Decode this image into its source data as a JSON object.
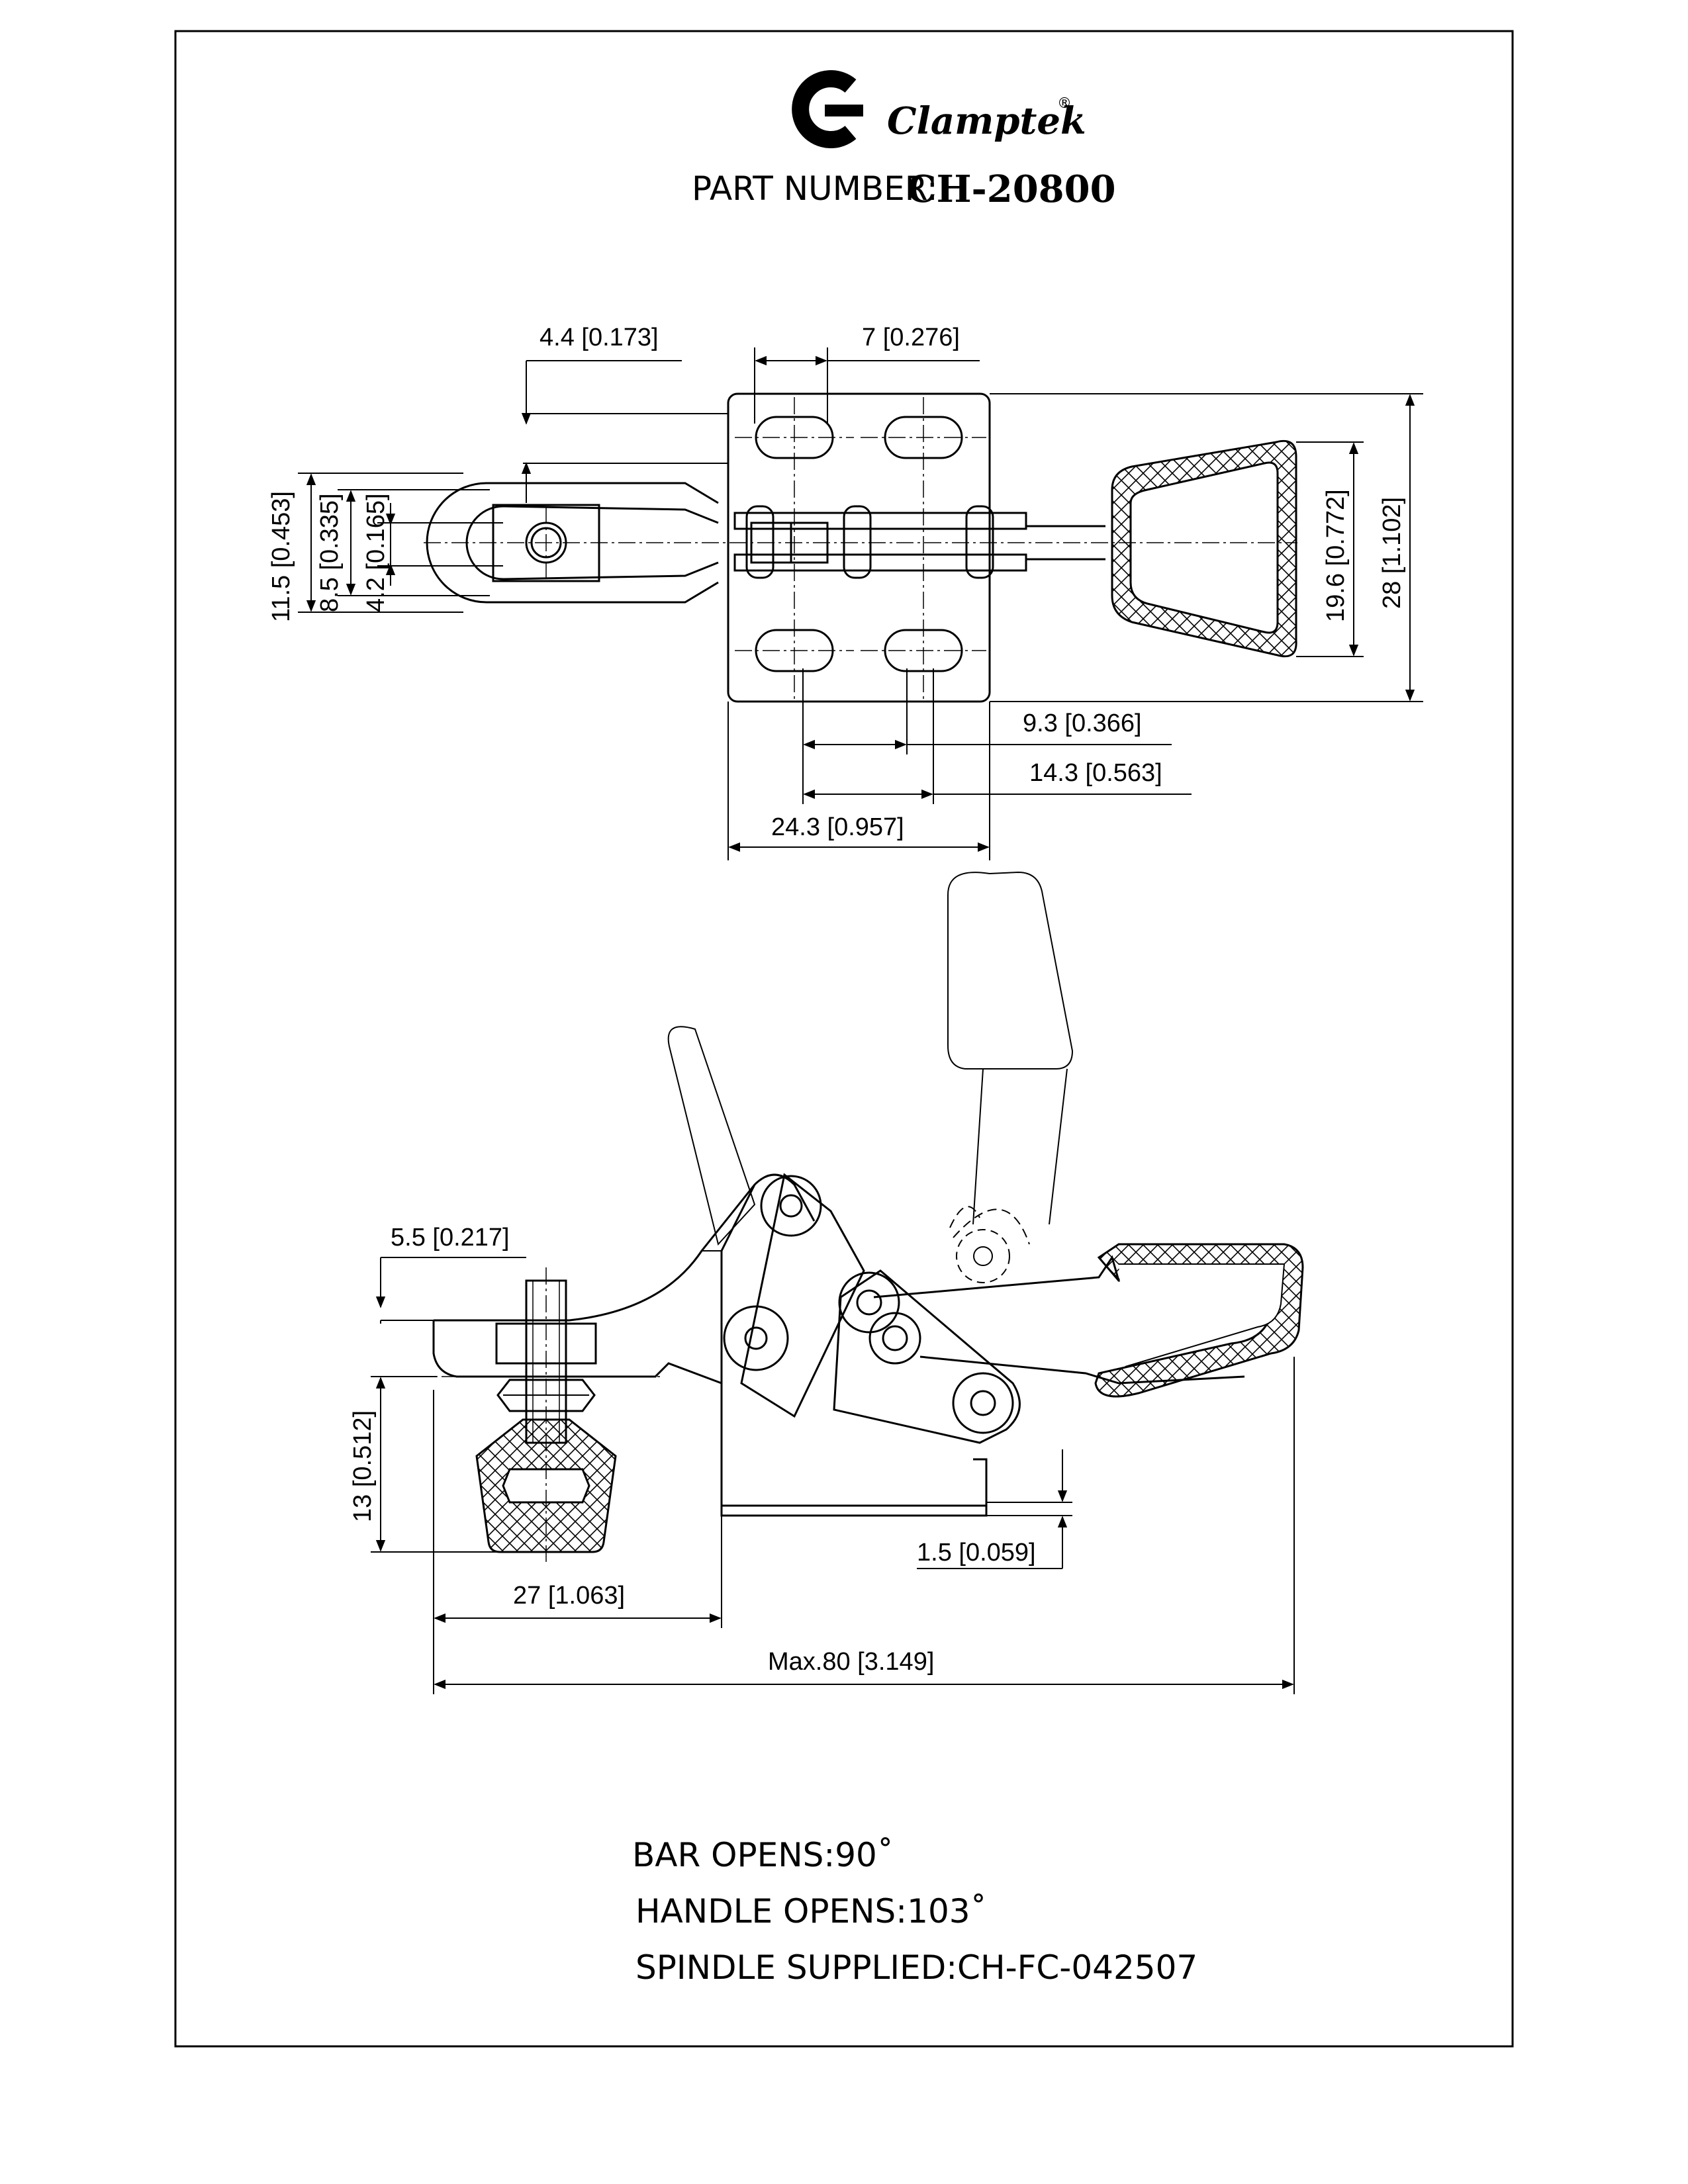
{
  "header": {
    "brand": "Clamptek",
    "registered_mark": "®",
    "part_number_label": "PART NUMBER:",
    "part_number_value": "CH-20800"
  },
  "top_view": {
    "dims": {
      "d_4_4": "4.4 [0.173]",
      "d_7": "7 [0.276]",
      "d_11_5": "11.5 [0.453]",
      "d_8_5": "8.5 [0.335]",
      "d_4_2": "4.2 [0.165]",
      "d_19_6": "19.6 [0.772]",
      "d_28": "28 [1.102]",
      "d_9_3": "9.3 [0.366]",
      "d_14_3": "14.3 [0.563]",
      "d_24_3": "24.3 [0.957]"
    }
  },
  "side_view": {
    "dims": {
      "d_5_5": "5.5 [0.217]",
      "d_13": "13 [0.512]",
      "d_1_5": "1.5 [0.059]",
      "d_27": "27 [1.063]",
      "d_max80": "Max.80 [3.149]"
    }
  },
  "notes": {
    "bar_opens": "BAR OPENS:90˚",
    "handle_opens": "HANDLE OPENS:103˚",
    "spindle": "SPINDLE SUPPLIED:CH-FC-042507"
  },
  "colors": {
    "ink": "#000000",
    "paper": "#ffffff"
  }
}
